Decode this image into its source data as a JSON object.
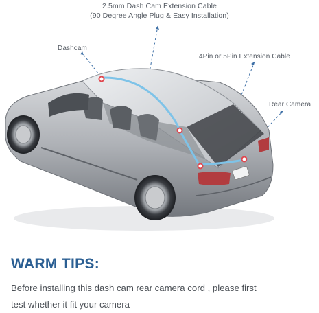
{
  "cable_title": {
    "line1": "2.5mm Dash Cam Extension Cable",
    "line2": "(90 Degree Angle Plug & Easy Installation)"
  },
  "callouts": {
    "dashcam": "Dashcam",
    "extension": "4Pin or 5Pin Extension Cable",
    "rear_camera": "Rear Camera"
  },
  "tips": {
    "heading": "WARM TIPS:",
    "line1": "Before  installing this dash cam rear camera cord , please first",
    "line2": "test whether it fit your camera"
  },
  "colors": {
    "cable": "#7ec3e8",
    "marker": "#e0484f",
    "leader": "#3d6fa6",
    "heading": "#2b5f93"
  }
}
